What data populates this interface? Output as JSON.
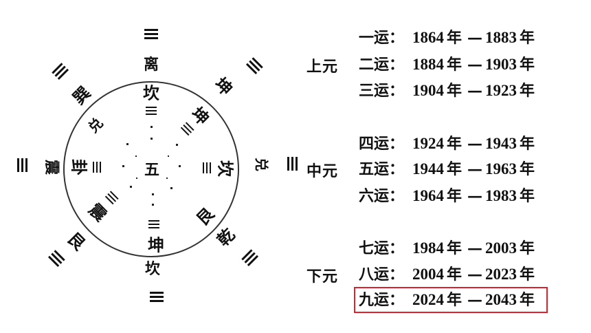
{
  "diagram": {
    "center_label": "五",
    "inner_labels": {
      "top": "坎",
      "top_right": "坤",
      "right": "坎",
      "bottom_right": "艮",
      "bottom": "坤",
      "bottom_left": "震",
      "left": "卦",
      "top_left": "兑"
    },
    "outer_labels": {
      "top": "离",
      "top_right": "坤",
      "right": "兑",
      "bottom_right": "乾",
      "bottom": "坎",
      "bottom_left": "艮",
      "left": "震",
      "top_left": "巽"
    }
  },
  "periods": {
    "groups": [
      {
        "label": "上元",
        "items": [
          {
            "name": "一运：",
            "start": "1864",
            "end": "1883"
          },
          {
            "name": "二运：",
            "start": "1884",
            "end": "1903"
          },
          {
            "name": "三运：",
            "start": "1904",
            "end": "1923"
          }
        ]
      },
      {
        "label": "中元",
        "items": [
          {
            "name": "四运：",
            "start": "1924",
            "end": "1943"
          },
          {
            "name": "五运：",
            "start": "1944",
            "end": "1963"
          },
          {
            "name": "六运：",
            "start": "1964",
            "end": "1983"
          }
        ]
      },
      {
        "label": "下元",
        "items": [
          {
            "name": "七运：",
            "start": "1984",
            "end": "2003"
          },
          {
            "name": "八运：",
            "start": "2004",
            "end": "2023"
          },
          {
            "name": "九运：",
            "start": "2024",
            "end": "2043"
          }
        ]
      }
    ],
    "year_unit": "年",
    "separator": "—",
    "highlight_color": "#e0202b"
  }
}
